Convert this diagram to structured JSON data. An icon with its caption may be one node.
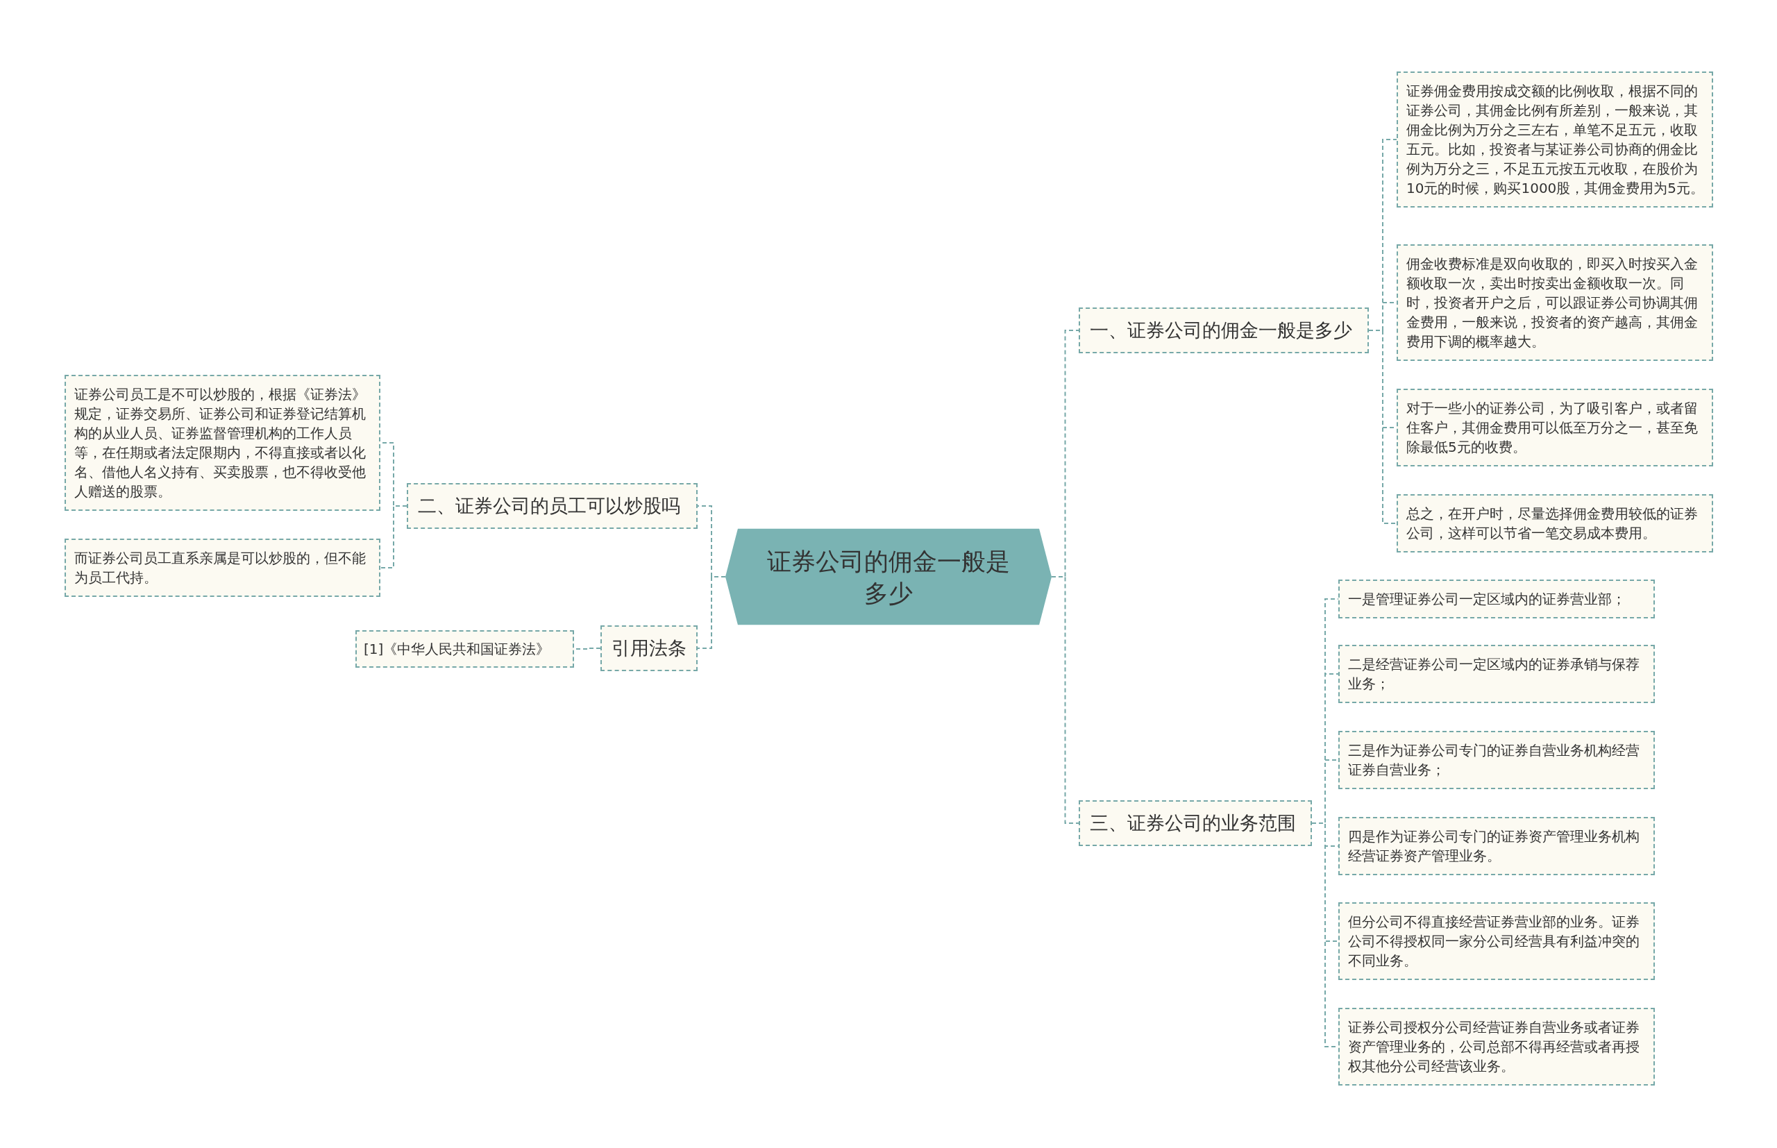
{
  "diagram": {
    "nodes": [
      {
        "text": [
          "证券公司的佣金一般是多少"
        ]
      },
      {
        "text": [
          "一、证券公司的佣金一般是多少"
        ]
      },
      {
        "text": [
          "证券佣金费用按成交额的比例收取，根据不同的证券公司，其佣金比例有所差别，一般来说，其佣金比例为万分之三左右，单笔不足五元，收取五元。比如，投资者与某证券公司协商的佣金比例为万分之三，不足五元按五元收取，在股价为10元的时候，购买1000股，其佣金费用为5元。"
        ]
      },
      {
        "text": [
          "佣金收费标准是双向收取的，即买入时按买入金额收取一次，卖出时按卖出金额收取一次。同时，投资者开户之后，可以跟证券公司协调其佣金费用，一般来说，投资者的资产越高，其佣金费用下调的概率越大。"
        ]
      },
      {
        "text": [
          "对于一些小的证券公司，为了吸引客户，或者留住客户，其佣金费用可以低至万分之一，甚至免除最低5元的收费。"
        ]
      },
      {
        "text": [
          "总之，在开户时，尽量选择佣金费用较低的证券公司，这样可以节省一笔交易成本费用。"
        ]
      },
      {
        "text": [
          "三、证券公司的业务范围"
        ]
      },
      {
        "text": [
          "一是管理证券公司一定区域内的证券营业部；"
        ]
      },
      {
        "text": [
          "二是经营证券公司一定区域内的证券承销与保荐业务；"
        ]
      },
      {
        "text": [
          "三是作为证券公司专门的证券自营业务机构经营证券自营业务；"
        ]
      },
      {
        "text": [
          "四是作为证券公司专门的证券资产管理业务机构经营证券资产管理业务。"
        ]
      },
      {
        "text": [
          "但分公司不得直接经营证券营业部的业务。证券公司不得授权同一家分公司经营具有利益冲突的不同业务。"
        ]
      },
      {
        "text": [
          "证券公司授权分公司经营证券自营业务或者证券资产管理业务的，公司总部不得再经营或者再授权其他分公司经营该业务。"
        ]
      },
      {
        "text": [
          "二、证券公司的员工可以炒股吗"
        ]
      },
      {
        "text": [
          "证券公司员工是不可以炒股的，根据《证券法》规定，证券交易所、证券公司和证券登记结算机构的从业人员、证券监督管理机构的工作人员等，在任期或者法定限期内，不得直接或者以化名、借他人名义持有、买卖股票，也不得收受他人赠送的股票。"
        ]
      },
      {
        "text": [
          "而证券公司员工直系亲属是可以炒股的，但不能为员工代持。"
        ]
      },
      {
        "text": [
          "引用法条"
        ]
      },
      {
        "text": [
          "[1]《中华人民共和国证券法》"
        ]
      }
    ],
    "edges": [
      {
        "from": 0,
        "to": 1,
        "arrow": "none"
      },
      {
        "from": 0,
        "to": 6,
        "arrow": "none"
      },
      {
        "from": 0,
        "to": 13,
        "arrow": "none"
      },
      {
        "from": 0,
        "to": 16,
        "arrow": "none"
      },
      {
        "from": 1,
        "to": 2,
        "arrow": "none"
      },
      {
        "from": 1,
        "to": 3,
        "arrow": "none"
      },
      {
        "from": 1,
        "to": 4,
        "arrow": "none"
      },
      {
        "from": 1,
        "to": 5,
        "arrow": "none"
      },
      {
        "from": 6,
        "to": 7,
        "arrow": "none"
      },
      {
        "from": 6,
        "to": 8,
        "arrow": "none"
      },
      {
        "from": 6,
        "to": 9,
        "arrow": "none"
      },
      {
        "from": 6,
        "to": 10,
        "arrow": "none"
      },
      {
        "from": 6,
        "to": 11,
        "arrow": "none"
      },
      {
        "from": 6,
        "to": 12,
        "arrow": "none"
      },
      {
        "from": 13,
        "to": 14,
        "arrow": "none"
      },
      {
        "from": 13,
        "to": 15,
        "arrow": "none"
      },
      {
        "from": 16,
        "to": 17,
        "arrow": "none"
      }
    ]
  }
}
